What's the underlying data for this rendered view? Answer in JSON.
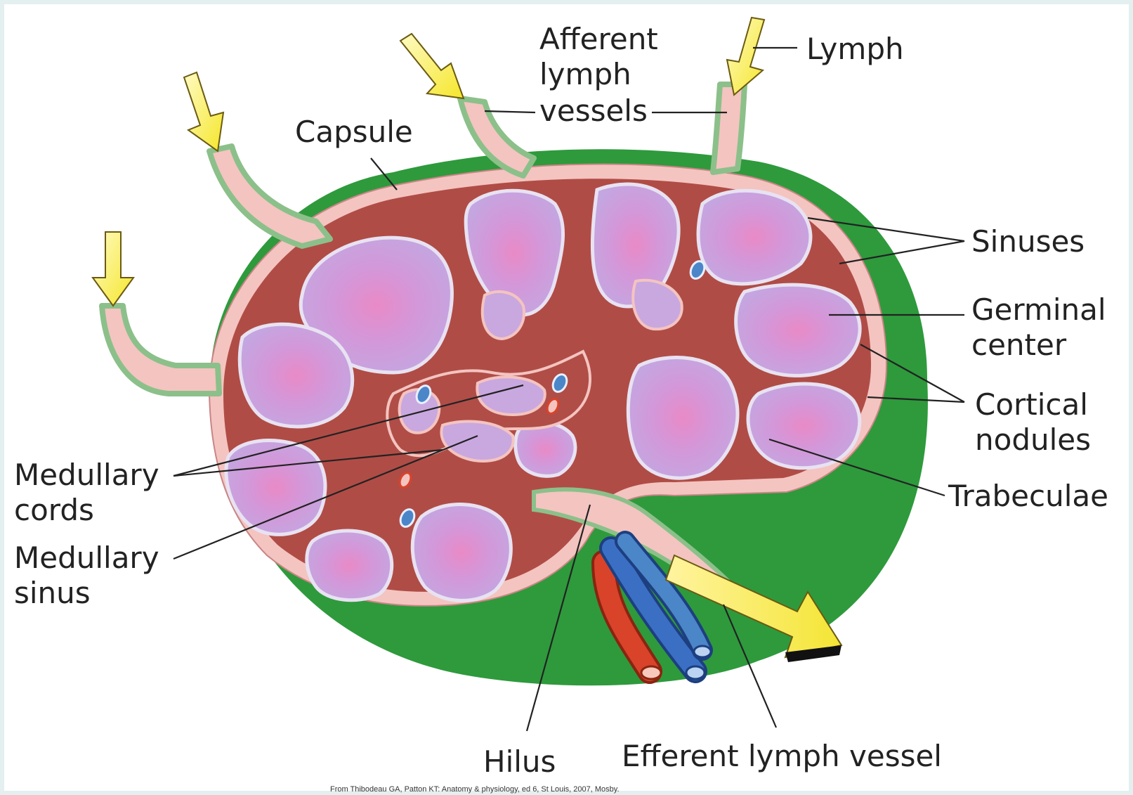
{
  "labels": {
    "afferent_1": "Afferent",
    "afferent_2": "lymph",
    "afferent_3": "vessels",
    "lymph": "Lymph",
    "capsule": "Capsule",
    "sinuses": "Sinuses",
    "germinal_1": "Germinal",
    "germinal_2": "center",
    "cortical_1": "Cortical",
    "cortical_2": "nodules",
    "trabeculae": "Trabeculae",
    "medullary_cords_1": "Medullary",
    "medullary_cords_2": "cords",
    "medullary_sinus_1": "Medullary",
    "medullary_sinus_2": "sinus",
    "hilus": "Hilus",
    "efferent": "Efferent lymph vessel"
  },
  "credit": "From Thibodeau GA, Patton KT: Anatomy & physiology, ed 6, St Louis, 2007, Mosby.",
  "colors": {
    "capsule_green": "#2e9a3c",
    "sinus_pink": "#f4c4c0",
    "cord_red": "#a9413c",
    "nodule_violet": "#c98ad4",
    "germinal_pink": "#e889c4",
    "vessel_green": "#8cc08a",
    "arrow_yellow": "#f6ef3c",
    "artery_red": "#d9432a",
    "vein_blue": "#3a6fc4"
  }
}
